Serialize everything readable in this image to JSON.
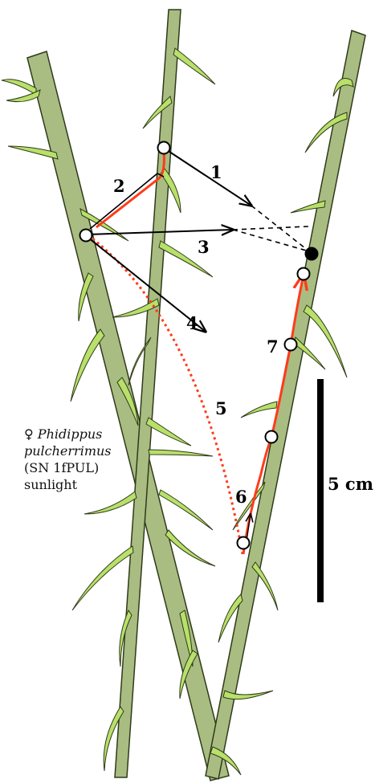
{
  "caption": {
    "sex_symbol": "♀",
    "genus": "Phidippus",
    "species": "pulcherrimus",
    "specimen": "(SN 1fPUL)",
    "condition": "sunlight"
  },
  "scale_bar": {
    "label": "5 cm"
  },
  "step_labels": [
    "1",
    "2",
    "3",
    "4",
    "5",
    "6",
    "7"
  ],
  "colors": {
    "stem_fill": "#a9bd82",
    "stem_stroke": "#2f3a1a",
    "leaf_fill": "#b8e06a",
    "path_red": "#ff3b1a",
    "arrow": "#000000"
  }
}
